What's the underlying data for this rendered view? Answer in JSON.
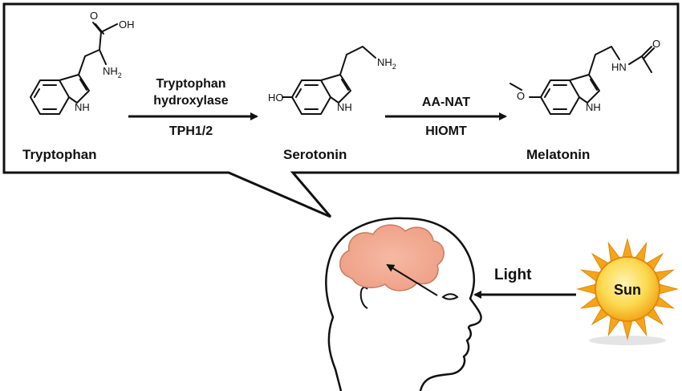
{
  "molecules": {
    "tryptophan": {
      "name": "Tryptophan",
      "atoms": {
        "oh": "OH",
        "o": "O",
        "nh2": "NH",
        "nh2_sub": "2",
        "nh": "NH"
      }
    },
    "serotonin": {
      "name": "Serotonin",
      "atoms": {
        "ho": "HO",
        "nh2": "NH",
        "nh2_sub": "2",
        "nh": "NH"
      }
    },
    "melatonin": {
      "name": "Melatonin",
      "atoms": {
        "o_methoxy": "O",
        "hn": "HN",
        "o": "O",
        "nh": "NH"
      }
    }
  },
  "arrows": {
    "step1": {
      "enzyme_line1": "Tryptophan",
      "enzyme_line2": "hydroxylase",
      "enzyme_line3": "TPH1/2"
    },
    "step2": {
      "enzyme_line1": "AA-NAT",
      "enzyme_line2": "HIOMT"
    }
  },
  "scene": {
    "light_label": "Light",
    "sun_label": "Sun"
  },
  "colors": {
    "brain": "#f2a88f",
    "sun_outer": "#f7b21f",
    "sun_inner": "#fbe27a",
    "ink": "#111111"
  }
}
